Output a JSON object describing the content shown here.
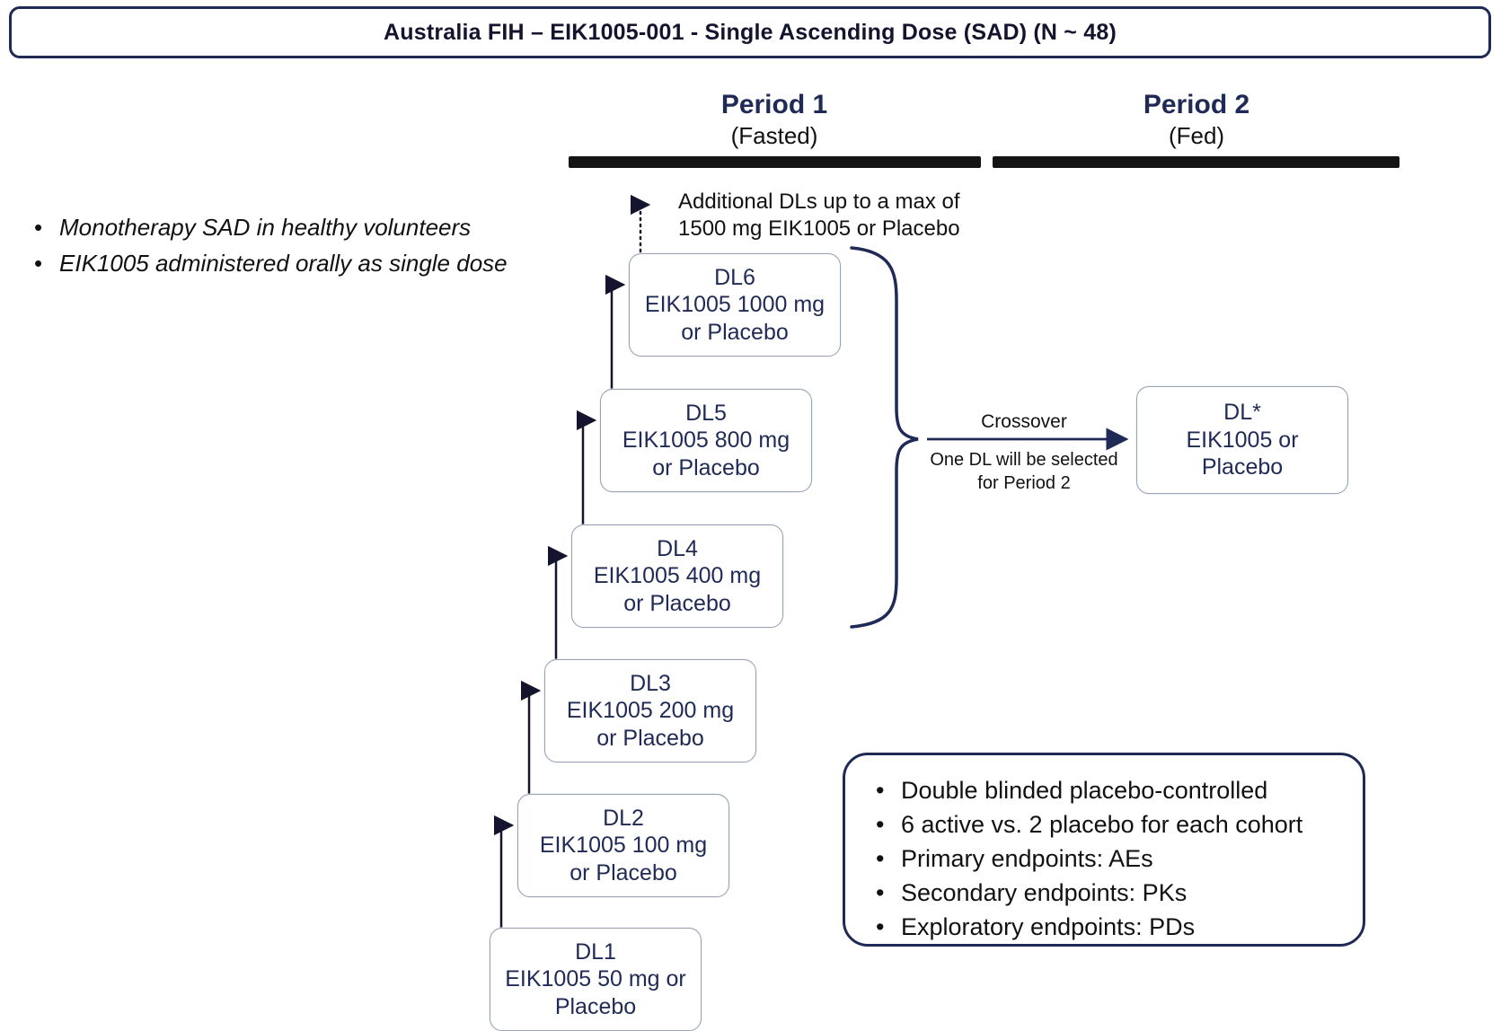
{
  "title": "Australia FIH – EIK1005-001 - Single Ascending Dose (SAD) (N ~ 48)",
  "periods": [
    {
      "label": "Period 1",
      "sub": "(Fasted)"
    },
    {
      "label": "Period 2",
      "sub": "(Fed)"
    }
  ],
  "left_bullets": [
    "Monotherapy SAD in healthy volunteers",
    "EIK1005 administered orally as single dose"
  ],
  "additional_note": {
    "line1": "Additional DLs up to a max of",
    "line2": "1500 mg EIK1005 or Placebo"
  },
  "dose_levels": [
    {
      "lines": [
        "DL1",
        "EIK1005 50 mg or",
        "Placebo"
      ]
    },
    {
      "lines": [
        "DL2",
        "EIK1005 100 mg",
        "or Placebo"
      ]
    },
    {
      "lines": [
        "DL3",
        "EIK1005 200 mg",
        "or Placebo"
      ]
    },
    {
      "lines": [
        "DL4",
        "EIK1005 400 mg",
        "or Placebo"
      ]
    },
    {
      "lines": [
        "DL5",
        "EIK1005 800 mg",
        "or Placebo"
      ]
    },
    {
      "lines": [
        "DL6",
        "EIK1005 1000 mg",
        "or Placebo"
      ]
    }
  ],
  "crossover": {
    "label": "Crossover",
    "note_line1": "One DL will be selected",
    "note_line2": "for Period 2"
  },
  "selected_dose": {
    "lines": [
      "DL*",
      "EIK1005 or",
      "Placebo"
    ]
  },
  "info_box": {
    "bullets": [
      "Double blinded placebo-controlled",
      "6 active vs. 2 placebo for each cohort",
      "Primary endpoints:  AEs",
      "Secondary endpoints: PKs",
      "Exploratory endpoints: PDs"
    ]
  },
  "colors": {
    "navy": "#1f2a56",
    "ink": "#141414"
  }
}
